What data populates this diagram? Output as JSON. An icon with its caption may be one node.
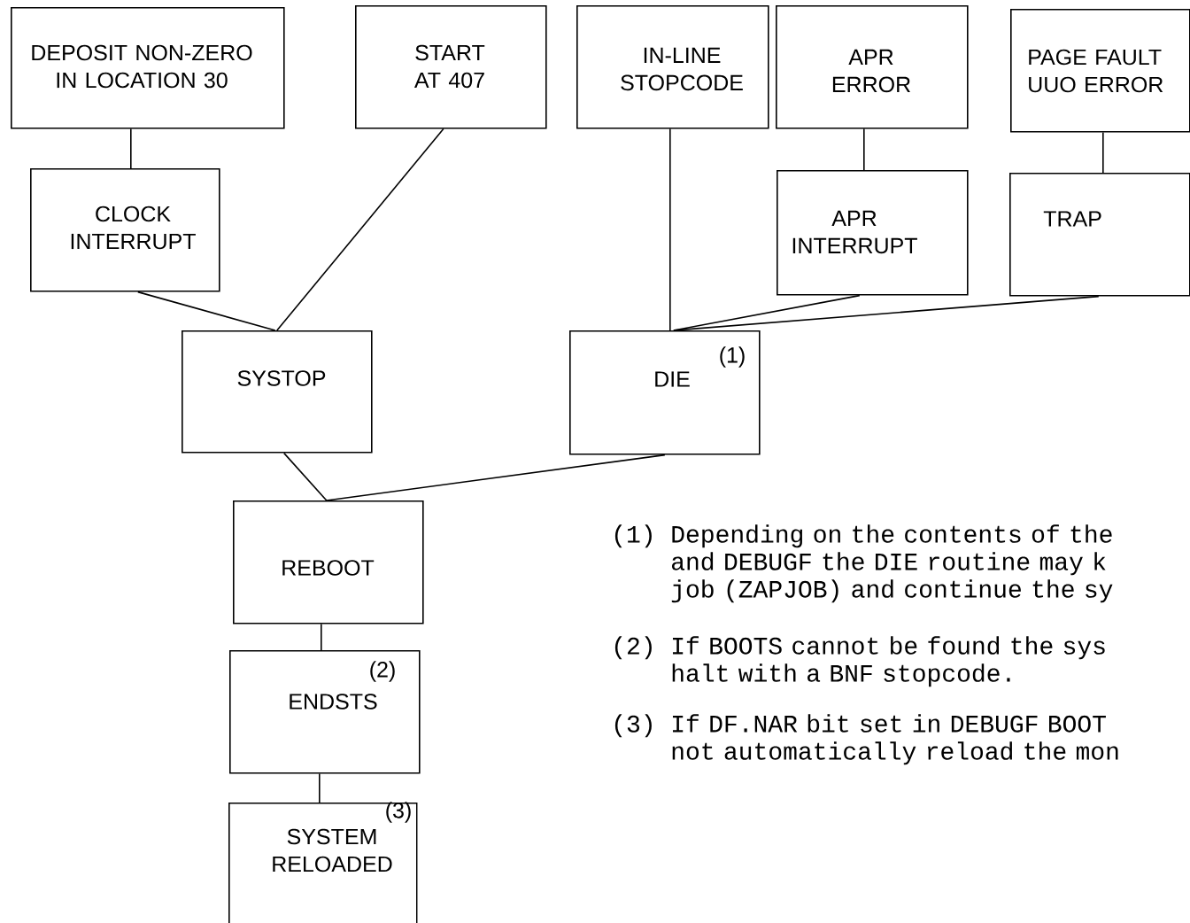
{
  "diagram": {
    "nodes": [
      {
        "text": [
          "DEPOSIT NON-ZERO IN LOCATION 30"
        ]
      },
      {
        "text": [
          "START AT 407"
        ]
      },
      {
        "text": [
          "IN-LINE STOPCODE"
        ]
      },
      {
        "text": [
          "APR ERROR"
        ]
      },
      {
        "text": [
          "PAGE FAULT UUO ERROR"
        ]
      },
      {
        "text": [
          "CLOCK INTERRUPT"
        ]
      },
      {
        "text": [
          "APR INTERRUPT"
        ]
      },
      {
        "text": [
          "TRAP"
        ]
      },
      {
        "text": [
          "SYSTOP"
        ]
      },
      {
        "text": [
          "DIE",
          "(1)"
        ]
      },
      {
        "text": [
          "REBOOT"
        ]
      },
      {
        "text": [
          "(2)",
          "ENDSTS"
        ]
      },
      {
        "text": [
          "(3)",
          "SYSTEM RELOADED"
        ]
      }
    ],
    "edges": [
      {
        "from": 0,
        "to": 5,
        "arrow": "none"
      },
      {
        "from": 5,
        "to": 8,
        "arrow": "none"
      },
      {
        "from": 1,
        "to": 8,
        "arrow": "none"
      },
      {
        "from": 2,
        "to": 9,
        "arrow": "none"
      },
      {
        "from": 3,
        "to": 6,
        "arrow": "none"
      },
      {
        "from": 4,
        "to": 7,
        "arrow": "none"
      },
      {
        "from": 6,
        "to": 9,
        "arrow": "none"
      },
      {
        "from": 7,
        "to": 9,
        "arrow": "none"
      },
      {
        "from": 8,
        "to": 10,
        "arrow": "none"
      },
      {
        "from": 9,
        "to": 10,
        "arrow": "none"
      },
      {
        "from": 10,
        "to": 11,
        "arrow": "none"
      },
      {
        "from": 11,
        "to": 12,
        "arrow": "none"
      }
    ],
    "labels": [
      "(1)",
      "Depending on the contents of the and DEBUGF the DIE routine may k job (ZAPJOB) and continue the sy",
      "(2)",
      "If BOOTS cannot be found the sys halt with a BNF stopcode.",
      "(3)",
      "If DF.NAR bit set in DEBUGF BOOT not automatically reload the mon"
    ]
  }
}
